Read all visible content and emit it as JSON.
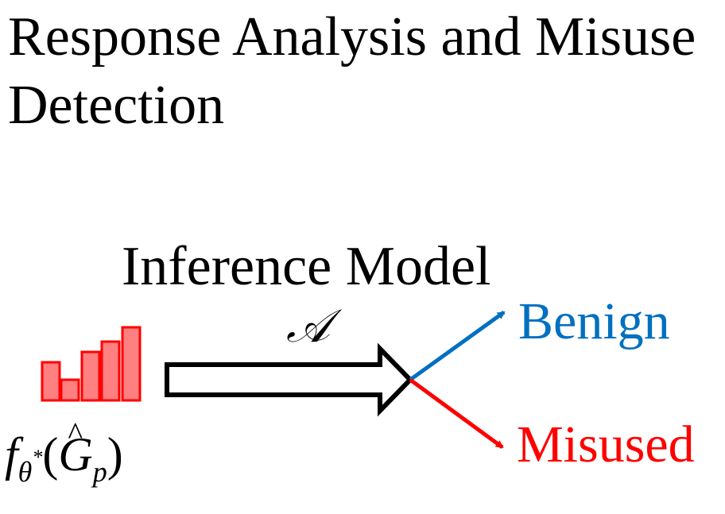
{
  "title": {
    "line1": "Response Analysis and Misuse",
    "line2": "Detection"
  },
  "model": {
    "label": "Inference Model",
    "symbol": "𝒜"
  },
  "input": {
    "func": "f",
    "sub": "θ",
    "sup": "*",
    "open": "(",
    "graph": "G",
    "graph_sub": "p",
    "close": ")",
    "hat": "^",
    "icon": "bar-histogram-icon",
    "bar_color": "#FF8080",
    "bar_stroke": "#FF0000"
  },
  "outcomes": {
    "benign": {
      "label": "Benign",
      "color": "#0070C0"
    },
    "misused": {
      "label": "Misused",
      "color": "#FF0000"
    }
  }
}
